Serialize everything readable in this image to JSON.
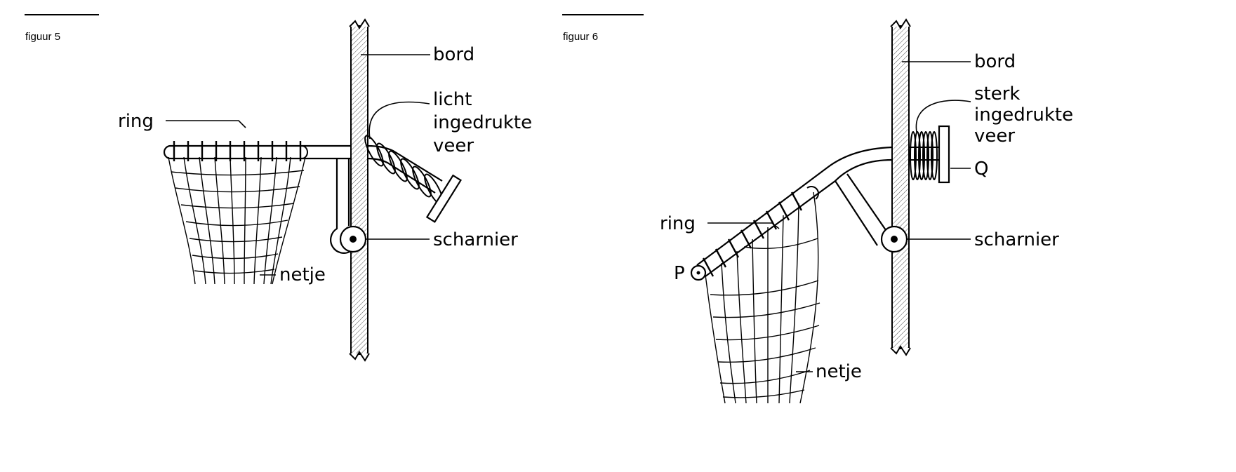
{
  "figure5": {
    "caption": "figuur 5",
    "labels": {
      "board": "bord",
      "spring_line1": "licht",
      "spring_line2": "ingedrukte",
      "spring_line3": "veer",
      "ring": "ring",
      "hinge": "scharnier",
      "net": "netje"
    }
  },
  "figure6": {
    "caption": "figuur 6",
    "labels": {
      "board": "bord",
      "spring_line1": "sterk",
      "spring_line2": "ingedrukte",
      "spring_line3": "veer",
      "point_q": "Q",
      "ring": "ring",
      "hinge": "scharnier",
      "point_p": "P",
      "net": "netje"
    }
  },
  "colors": {
    "ink": "#000000",
    "background": "#ffffff"
  }
}
